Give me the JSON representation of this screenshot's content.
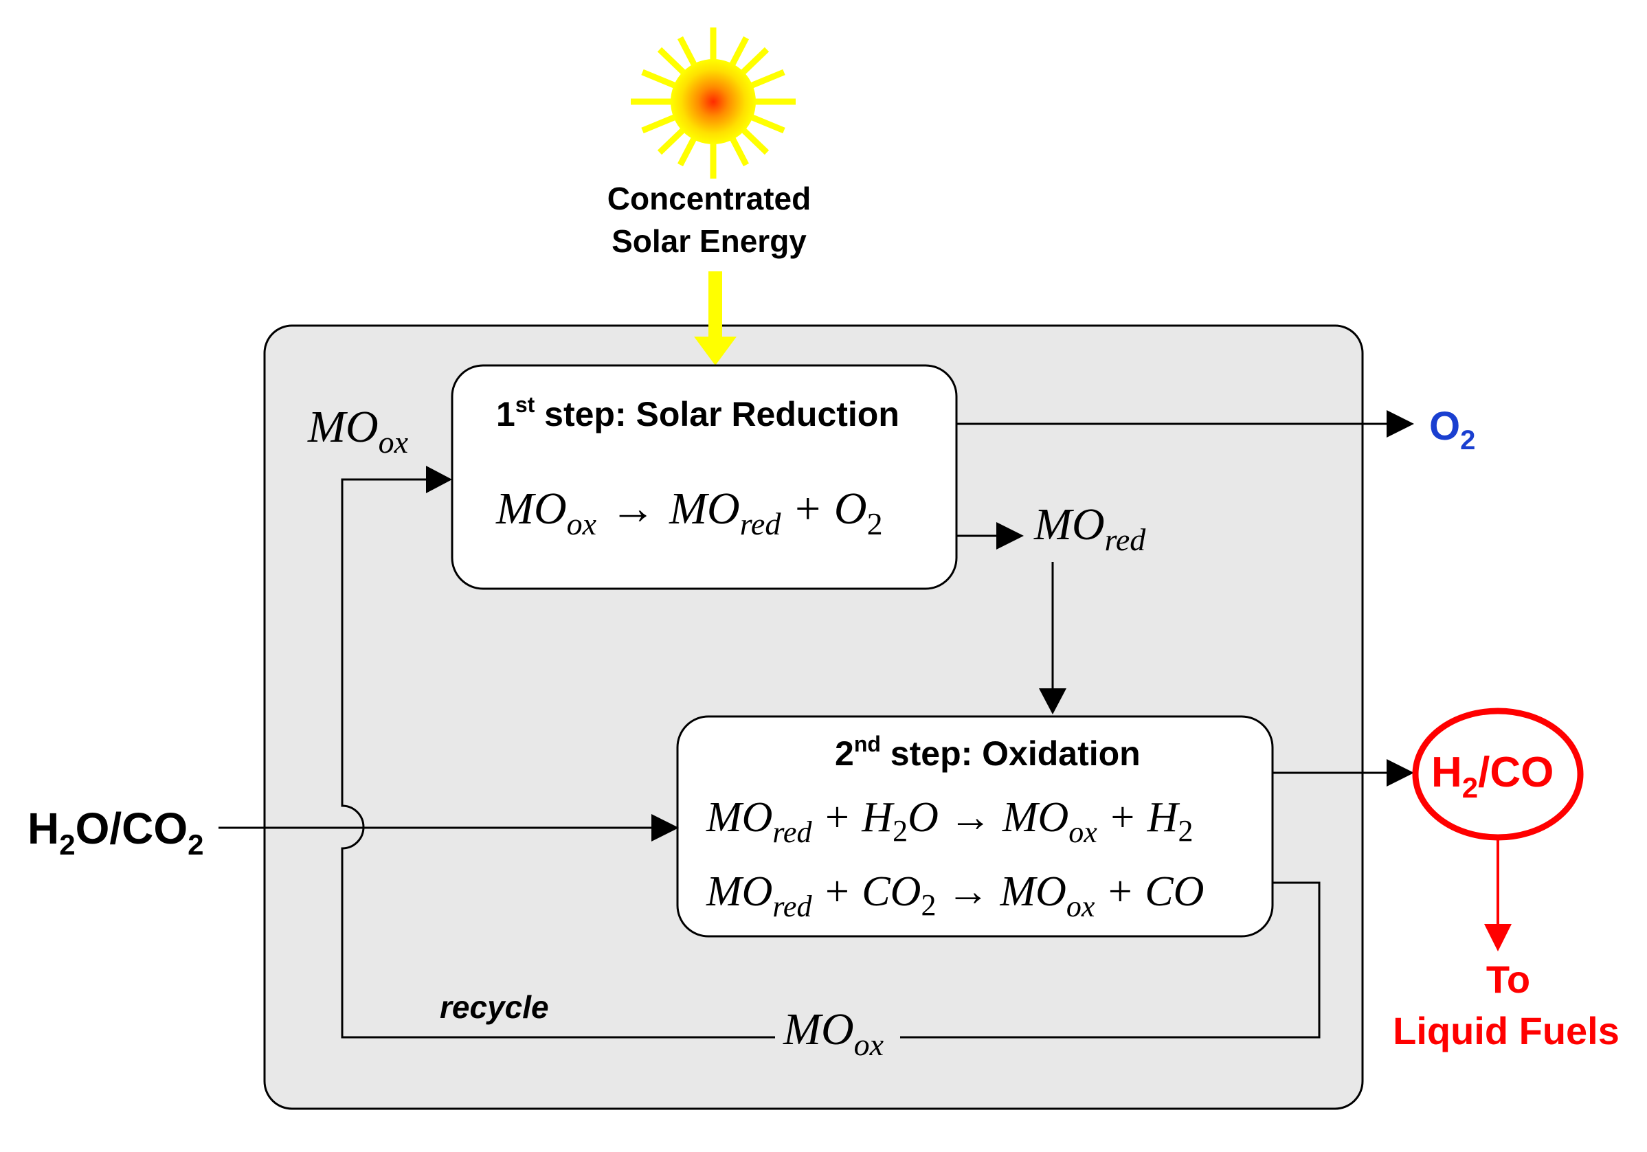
{
  "solar": {
    "line1": "Concentrated",
    "line2": "Solar Energy"
  },
  "step1": {
    "title_prefix": "1",
    "title_sup": "st",
    "title_rest": " step: Solar Reduction",
    "eq": {
      "a": "MO",
      "a_sub": "ox",
      "arrow": "→",
      "b": "MO",
      "b_sub": "red",
      "plus": " + ",
      "c": "O",
      "c_sub": "2"
    }
  },
  "step2": {
    "title_prefix": "2",
    "title_sup": "nd",
    "title_rest": " step: Oxidation",
    "eq1": {
      "a": "MO",
      "a_sub": "red",
      "p1": " + ",
      "b": "H",
      "b_sub": "2",
      "b2": "O",
      "arrow": " → ",
      "c": "MO",
      "c_sub": "ox",
      "p2": " + ",
      "d": "H",
      "d_sub": "2"
    },
    "eq2": {
      "a": "MO",
      "a_sub": "red",
      "p1": " + ",
      "b": "CO",
      "b_sub": "2",
      "arrow": " → ",
      "c": "MO",
      "c_sub": "ox",
      "p2": " + ",
      "d": "CO"
    }
  },
  "labels": {
    "mo_ox_top": {
      "main": "MO",
      "sub": "ox"
    },
    "mo_red": {
      "main": "MO",
      "sub": "red"
    },
    "mo_ox_bottom": {
      "main": "MO",
      "sub": "ox"
    },
    "recycle": "recycle",
    "o2": {
      "main": "O",
      "sub": "2"
    },
    "h2o_co2": {
      "a": "H",
      "a_sub": "2",
      "b": "O/CO",
      "b_sub": "2"
    },
    "h2_co": {
      "a": "H",
      "a_sub": "2",
      "b": "/CO"
    },
    "to_fuels": {
      "line1": "To",
      "line2": "Liquid Fuels"
    }
  },
  "colors": {
    "sun_ray": "#ffff00",
    "sun_core": "#ff3000",
    "reactor_bg": "#e8e8e8",
    "o2": "#1a3fd0",
    "product": "#ff0000",
    "line": "#000000"
  }
}
